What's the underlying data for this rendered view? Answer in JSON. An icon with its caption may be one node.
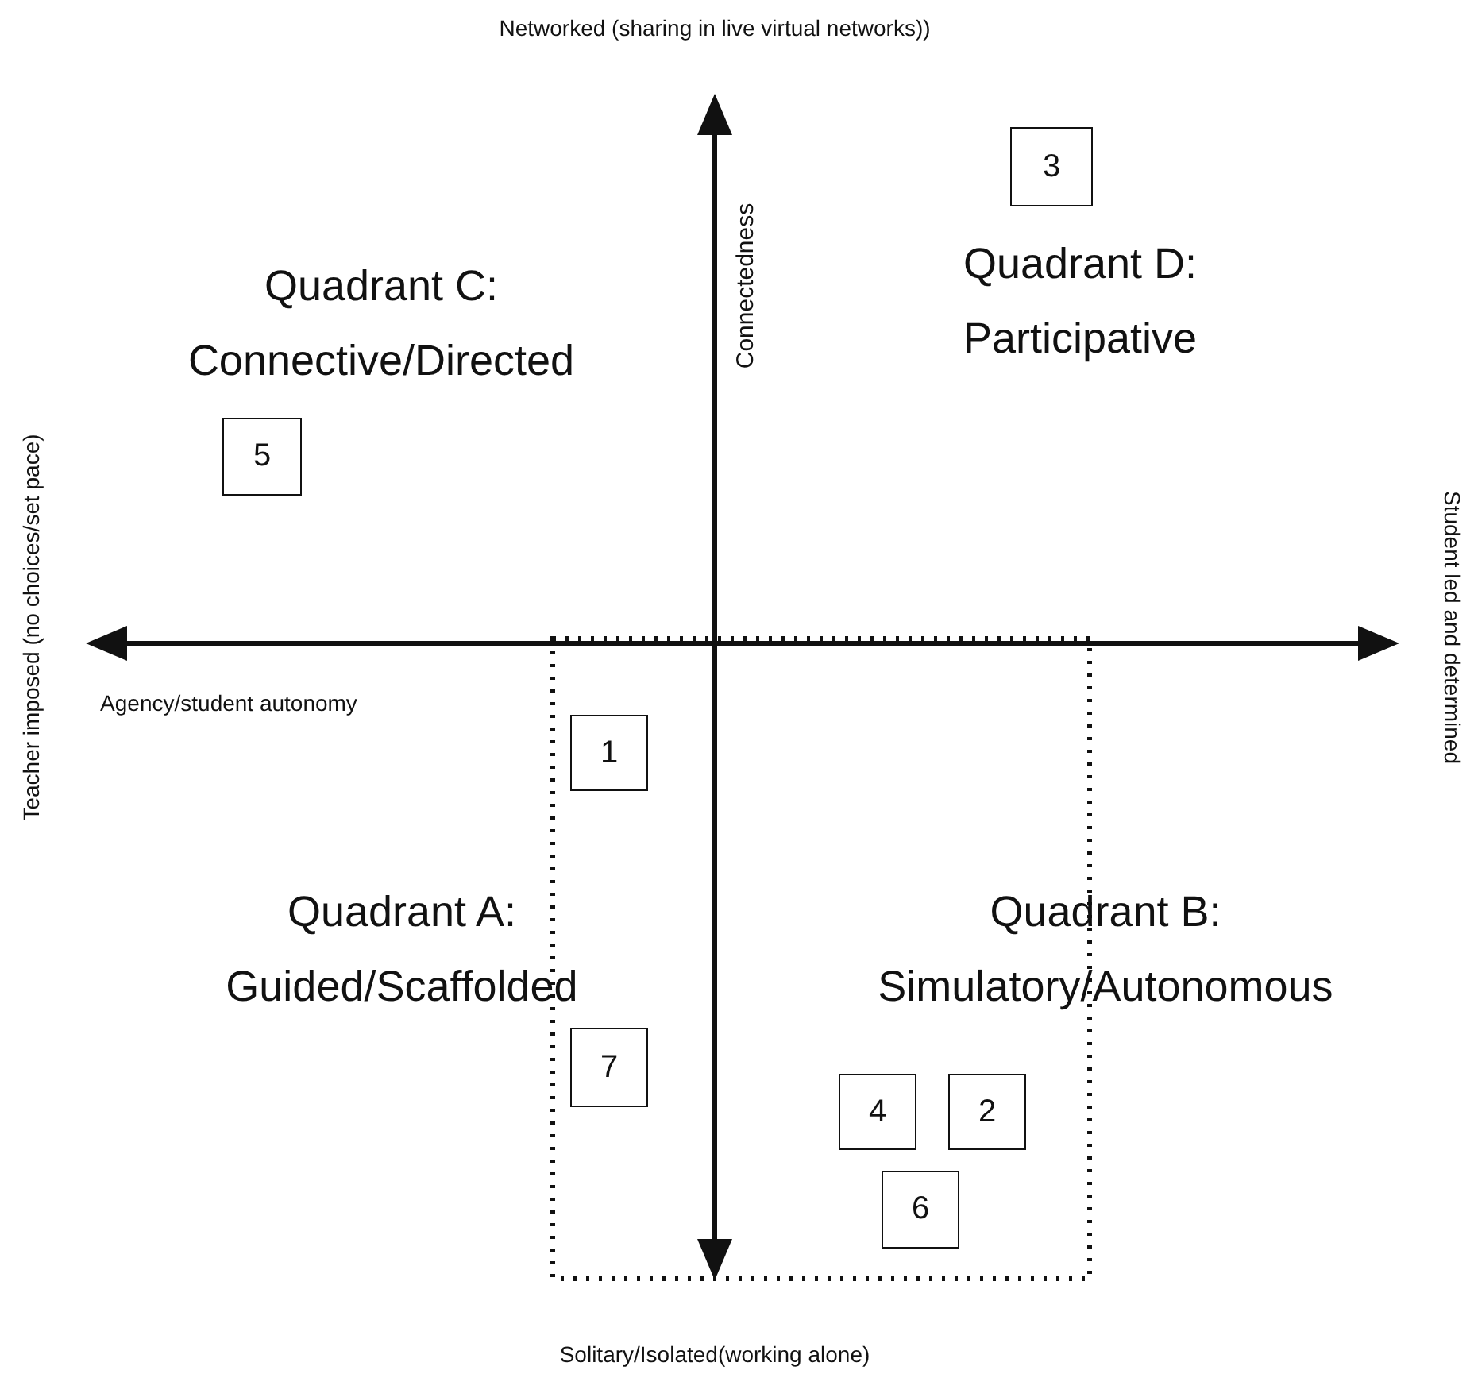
{
  "diagram": {
    "nodes": [
      {
        "text": [
          "3"
        ]
      },
      {
        "text": [
          "5"
        ]
      },
      {
        "text": [
          "1"
        ]
      },
      {
        "text": [
          "7"
        ]
      },
      {
        "text": [
          "4"
        ]
      },
      {
        "text": [
          "2"
        ]
      },
      {
        "text": [
          "6"
        ]
      }
    ],
    "labels": [
      "Networked (sharing in live virtual networks))",
      "Connectedness",
      "Quadrant C: Connective/Directed",
      "Quadrant D: Participative",
      "Teacher imposed (no choices/set pace)",
      "Student led and determined",
      "Agency/student autonomy",
      "Quadrant A: Guided/Scaffolded",
      "Quadrant B: Simulatory/Autonomous",
      "Solitary/Isolated(working alone)"
    ]
  }
}
